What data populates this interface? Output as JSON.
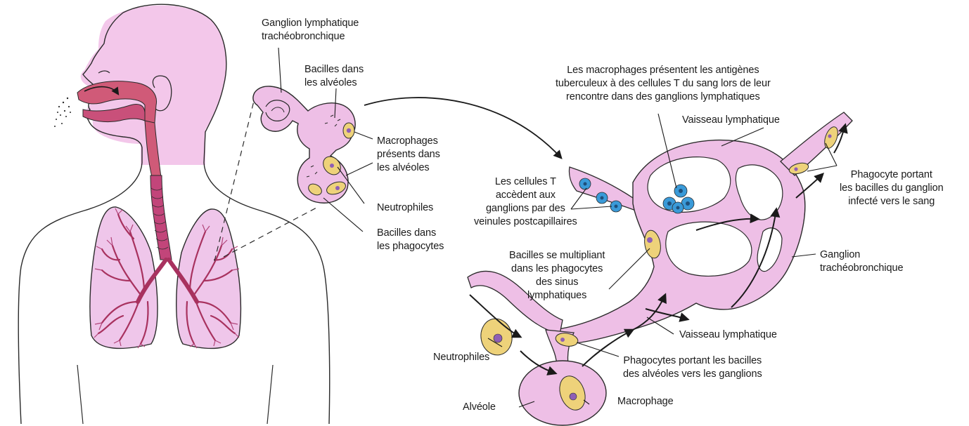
{
  "colors": {
    "tissue_pink": "#eebfe6",
    "outline": "#2a2a2a",
    "airway_red": "#d05a78",
    "bronchi_dark": "#a8325f",
    "skin_head": "#f3c7ea",
    "macrophage_yellow": "#eed27a",
    "nucleus_purple": "#8f5fb5",
    "t_cell_blue": "#3a9ad8"
  },
  "icons": [
    "human-profile",
    "lungs",
    "alveolus",
    "lymph-node",
    "macrophage",
    "neutrophil",
    "t-cell",
    "flow-arrow"
  ],
  "labels": {
    "ganglion_tracheo_1": "Ganglion lymphatique\ntrachéobronchique",
    "bacilles_alveoles": "Bacilles dans\nles alvéoles",
    "macrophages_presents": "Macrophages\nprésents dans\nles alvéoles",
    "neutrophiles_1": "Neutrophiles",
    "bacilles_phagocytes": "Bacilles dans\nles phagocytes",
    "macrophages_presentent": "Les macrophages présentent les antigènes\ntuberculeux à des cellules T du sang lors de leur\nrencontre dans des ganglions lymphatiques",
    "vaisseau_lymphatique_1": "Vaisseau lymphatique",
    "cellules_t": "Les cellules T\naccèdent aux\nganglions par des\nveinules postcapillaires",
    "phagocyte_portant": "Phagocyte portant\nles bacilles du ganglion\ninfecté vers le sang",
    "bacilles_multipliant": "Bacilles se multipliant\ndans les phagocytes\ndes sinus\nlymphatiques",
    "ganglion_tracheo_2": "Ganglion\ntrachéobronchique",
    "vaisseau_lymphatique_2": "Vaisseau lymphatique",
    "phagocytes_portant": "Phagocytes portant les bacilles\ndes alvéoles vers les ganglions",
    "neutrophiles_2": "Neutrophiles",
    "alveole": "Alvéole",
    "macrophage": "Macrophage"
  }
}
